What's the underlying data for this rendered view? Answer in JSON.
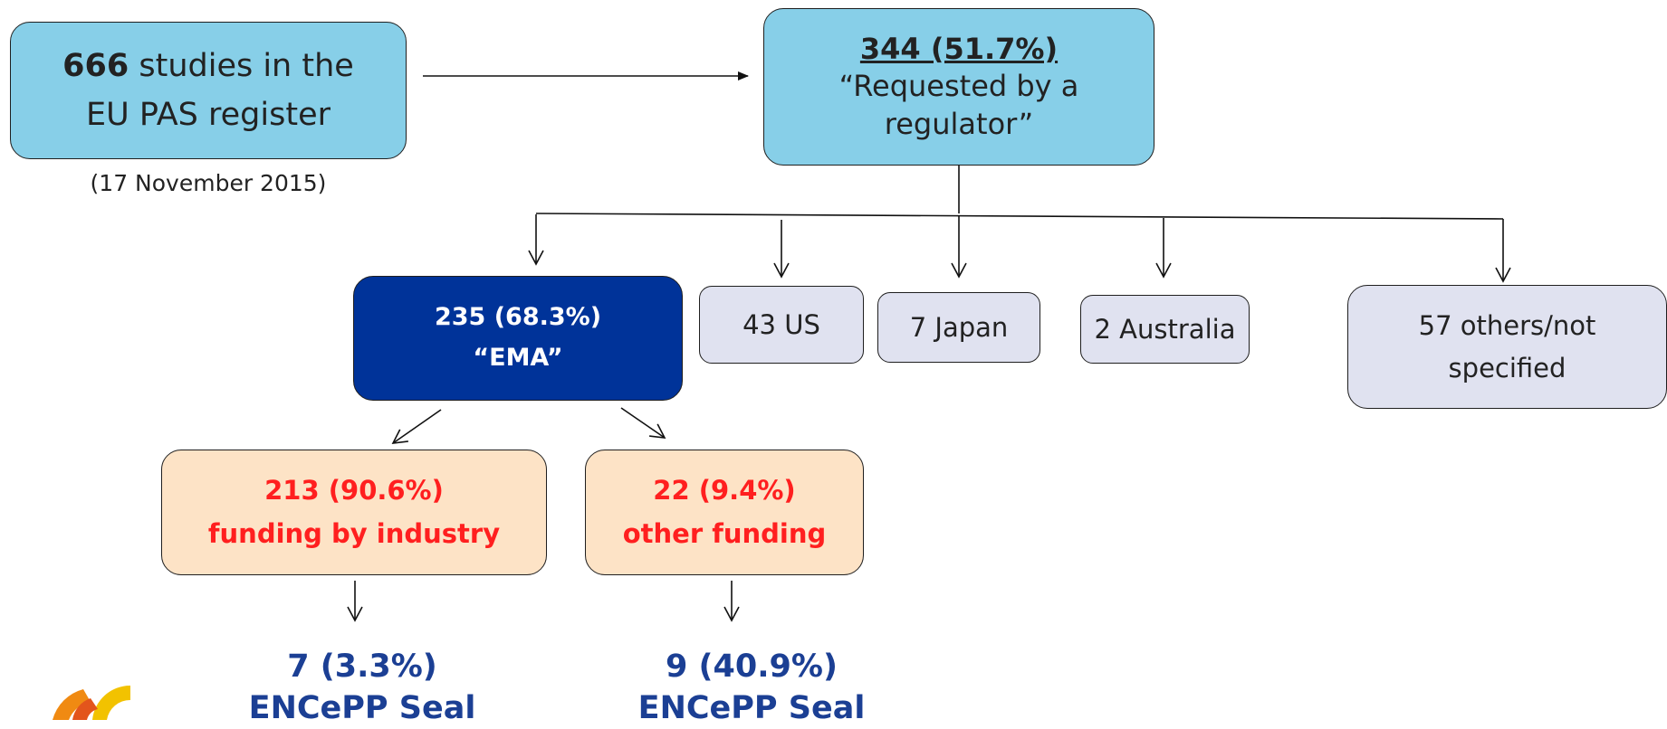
{
  "start": {
    "count": "666",
    "text_line1": " studies in the",
    "text_line2": "EU PAS register",
    "date": "(17 November 2015)"
  },
  "requested": {
    "headline": "344 (51.7%)",
    "quote_line1": "“Requested by a",
    "quote_line2": "regulator”"
  },
  "regulators": [
    {
      "line1": "235 (68.3%)",
      "line2": "“EMA”"
    },
    {
      "line1": "43 US"
    },
    {
      "line1": "7 Japan"
    },
    {
      "line1": "2 Australia"
    },
    {
      "line1": "57 others/not",
      "line2": "specified"
    }
  ],
  "funding": [
    {
      "line1": "213  (90.6%)",
      "line2": "funding by industry"
    },
    {
      "line1": "22  (9.4%)",
      "line2": "other funding"
    }
  ],
  "seal": [
    {
      "line1": "7 (3.3%)",
      "line2": "ENCePP Seal"
    },
    {
      "line1": "9 (40.9%)",
      "line2": "ENCePP Seal"
    }
  ],
  "colors": {
    "start_box": "#87cfe8",
    "ema_box": "#003399",
    "regulator_box": "#e0e2f0",
    "funding_box": "#fde3c6",
    "funding_text": "#ff1f1f",
    "seal_text": "#1b3f94"
  },
  "logo": "encepp-logo"
}
